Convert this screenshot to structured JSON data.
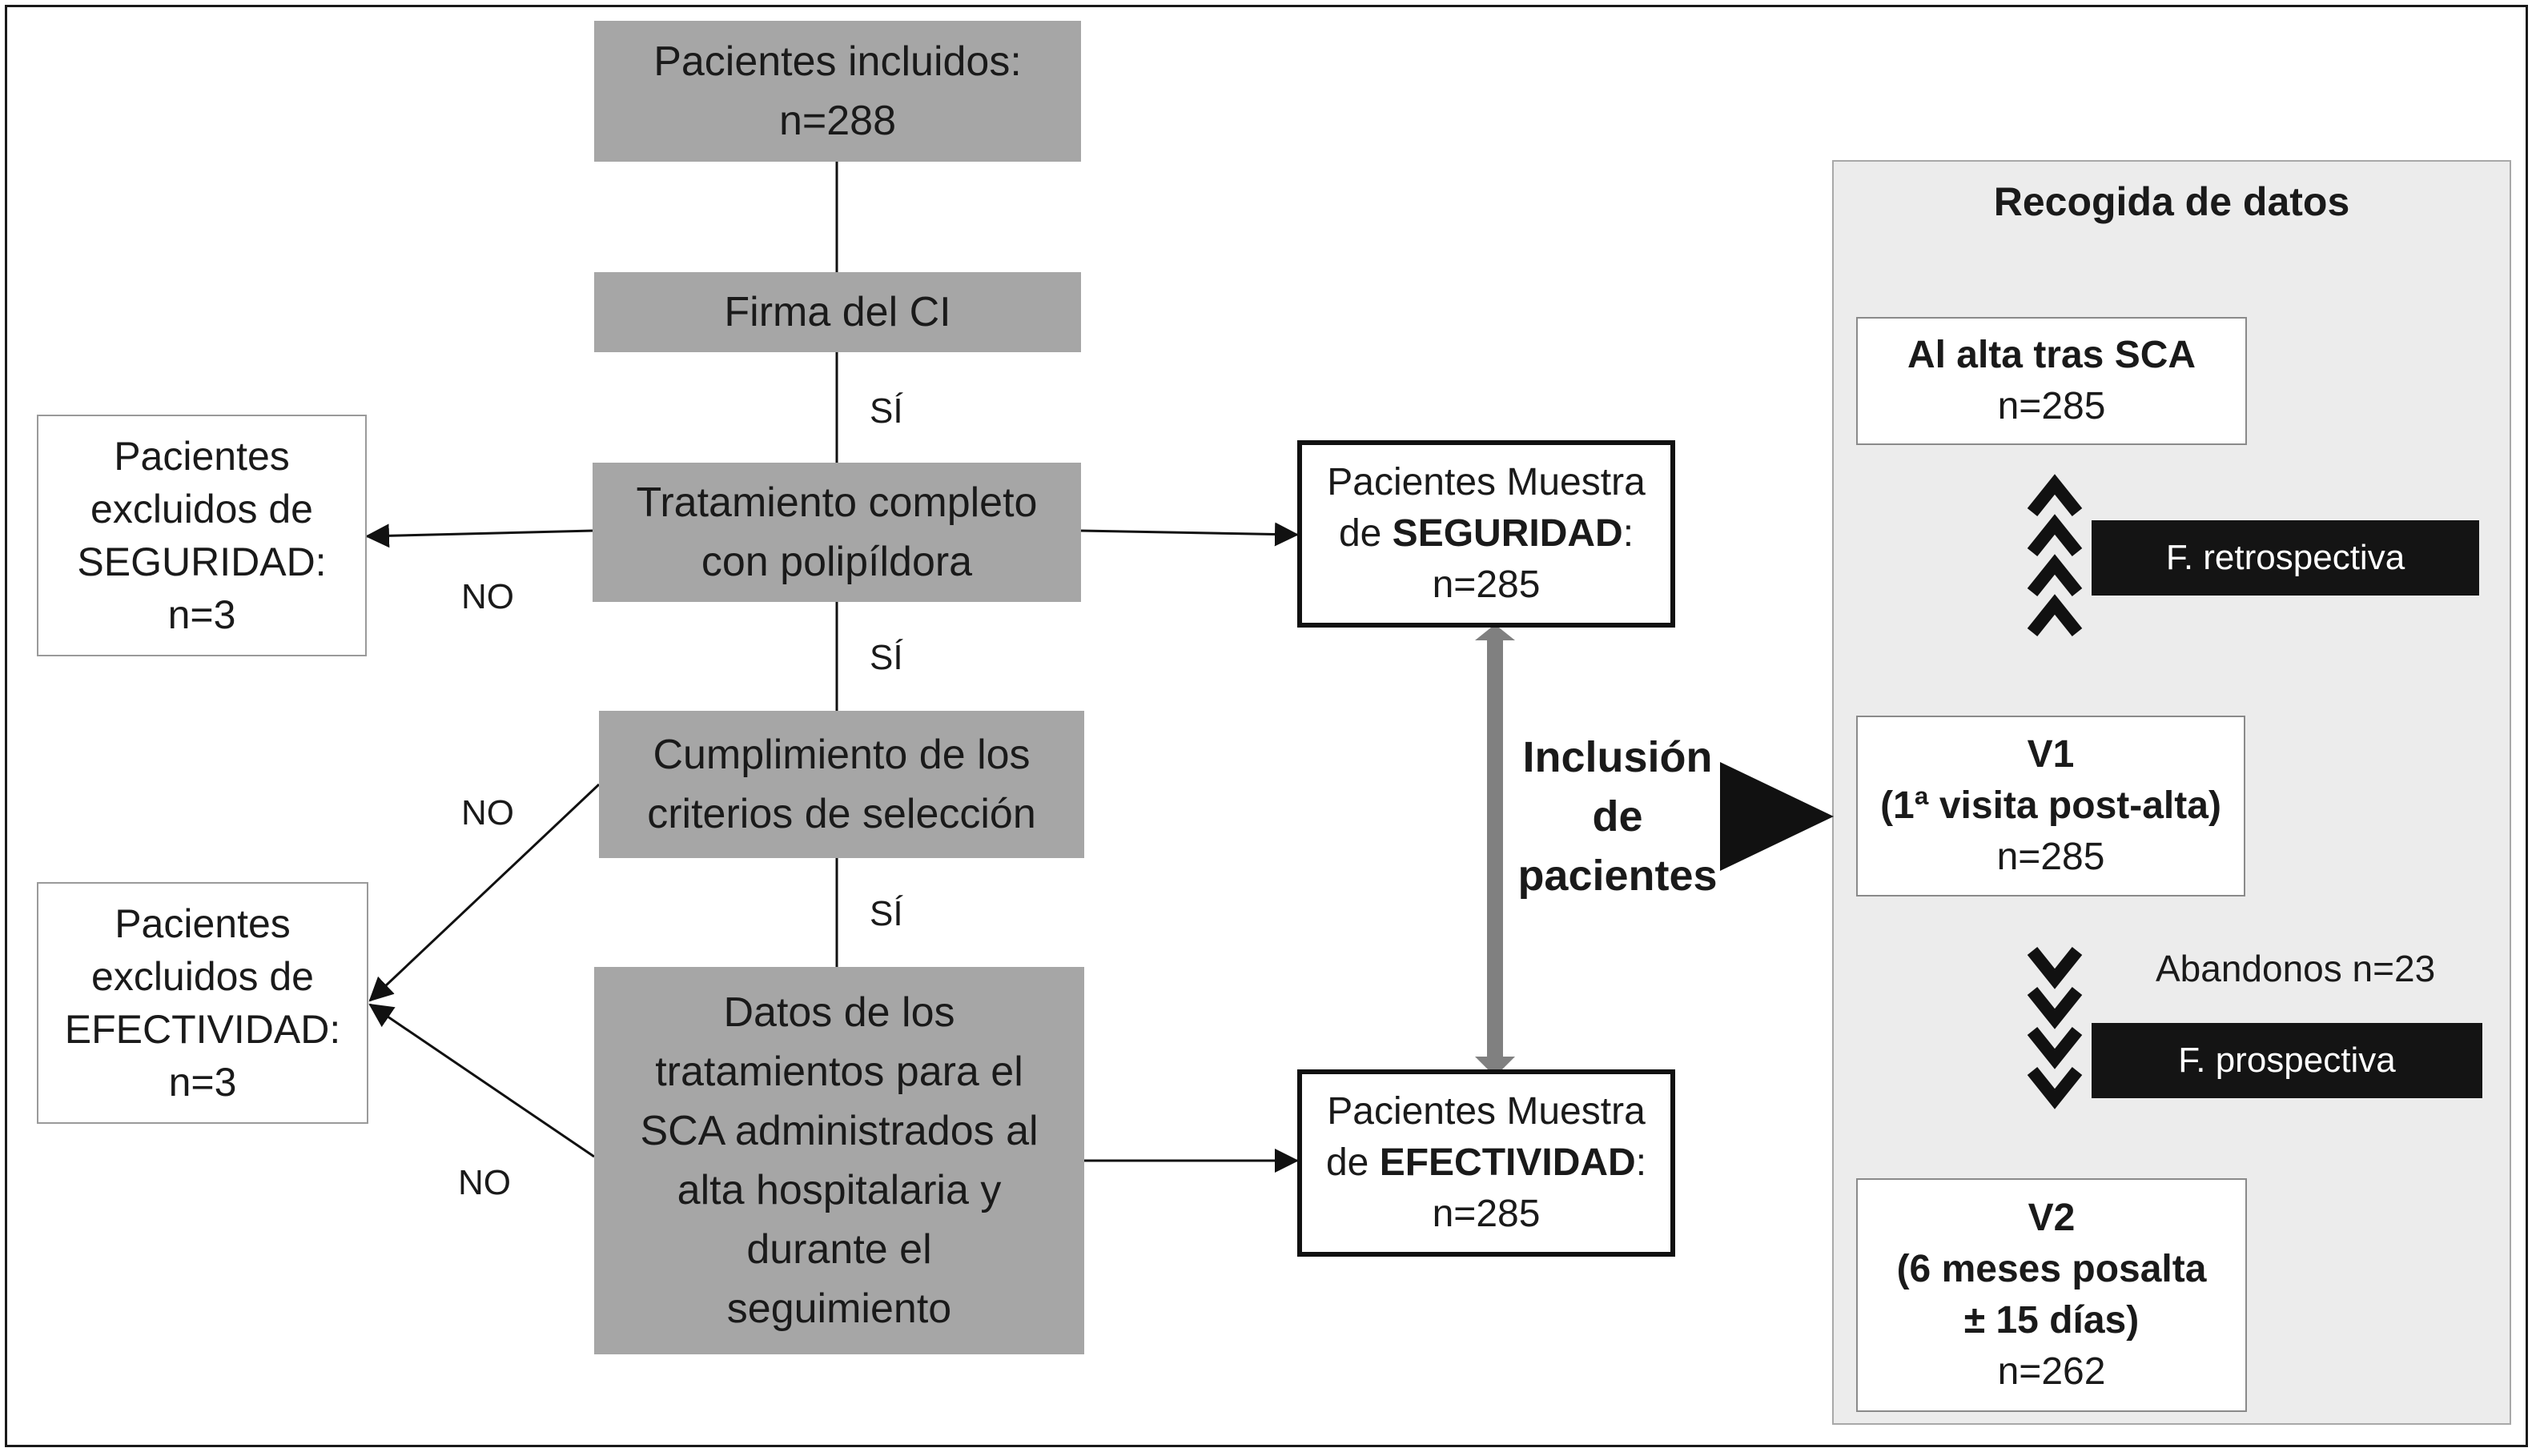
{
  "flow": {
    "included": {
      "line1": "Pacientes incluidos:",
      "line2": "n=288"
    },
    "consent": {
      "label": "Firma del CI"
    },
    "complete_treatment": {
      "line1": "Tratamiento completo",
      "line2": "con polipíldora"
    },
    "criteria": {
      "line1": "Cumplimiento de los",
      "line2": "criterios de selección"
    },
    "treatment_data": {
      "line1": "Datos de los",
      "line2": "tratamientos para el",
      "line3": "SCA administrados al",
      "line4": "alta hospitalaria y",
      "line5": "durante el",
      "line6": "seguimiento"
    },
    "labels": {
      "yes": "SÍ",
      "no": "NO"
    }
  },
  "excluded": {
    "safety": {
      "line1": "Pacientes",
      "line2": "excluidos de",
      "line3": "SEGURIDAD:",
      "line4": "n=3"
    },
    "effectiveness": {
      "line1": "Pacientes",
      "line2": "excluidos de",
      "line3": "EFECTIVIDAD:",
      "line4": "n=3"
    }
  },
  "samples": {
    "safety": {
      "line1": "Pacientes Muestra",
      "prefix": "de ",
      "bold": "SEGURIDAD",
      "suffix": ":",
      "count": "n=285"
    },
    "effectiveness": {
      "line1": "Pacientes Muestra",
      "prefix": "de ",
      "bold": "EFECTIVIDAD",
      "suffix": ":",
      "count": "n=285"
    }
  },
  "inclusion": {
    "line1": "Inclusión",
    "line2": "de",
    "line3": "pacientes"
  },
  "data_collection": {
    "title": "Recogida de datos",
    "discharge": {
      "line1": "Al alta tras SCA",
      "line2": "n=285"
    },
    "retrospective": "F. retrospectiva",
    "v1": {
      "line1": "V1",
      "line2": "(1ª visita post-alta)",
      "line3": "n=285"
    },
    "dropouts": "Abandonos n=23",
    "prospective": "F. prospectiva",
    "v2": {
      "line1": "V2",
      "line2": "(6 meses posalta",
      "line3": "± 15 días)",
      "line4": "n=262"
    }
  },
  "colors": {
    "flow_box": "#a6a6a6",
    "panel": "#ececec",
    "dark_label": "#141414",
    "double_arrow": "#808080"
  }
}
